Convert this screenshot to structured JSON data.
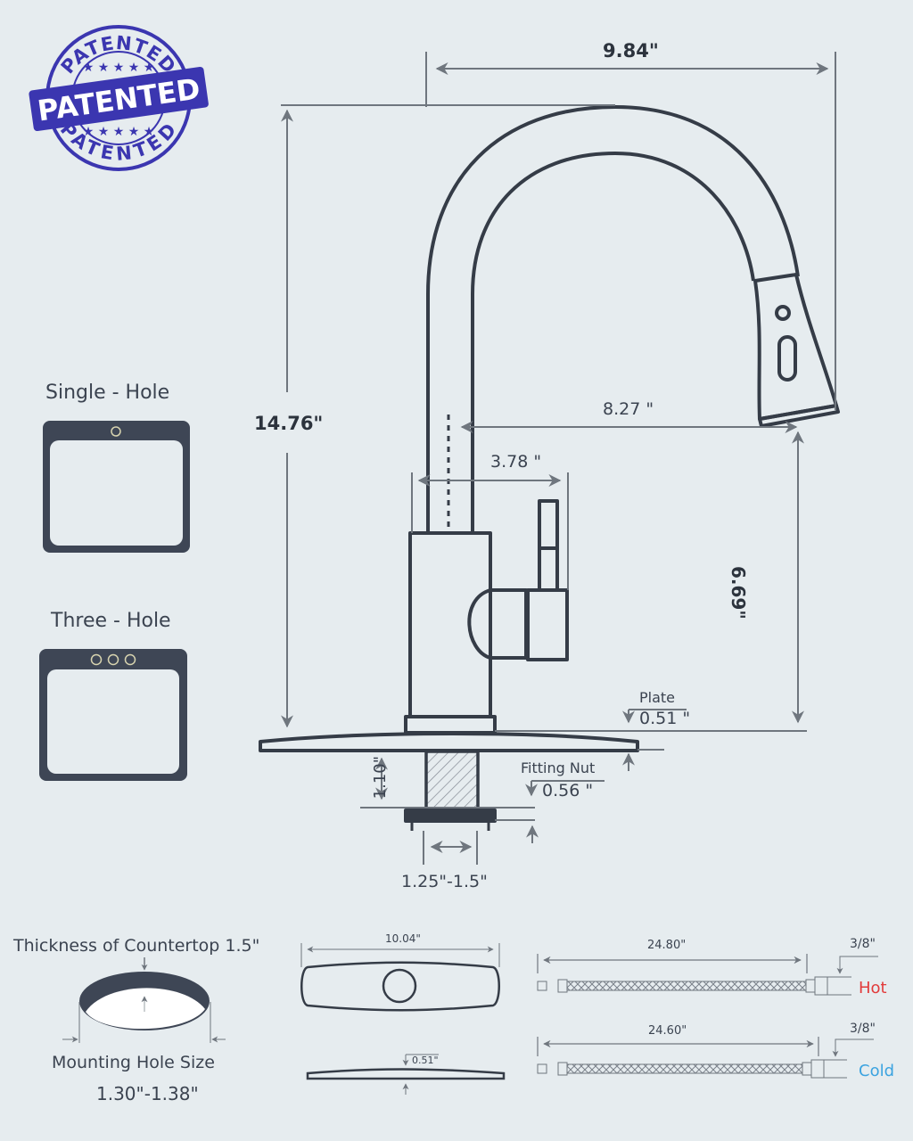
{
  "stamp": {
    "ring_top": "PATENTED",
    "banner": "PATENTED",
    "ring_bottom": "PATENTED",
    "color": "#3b36b0"
  },
  "colors": {
    "background": "#e6ecef",
    "line": "#353c47",
    "dim_line": "#6f767e",
    "sink_fill": "#3e4655",
    "hot": "#e23b3b",
    "cold": "#3ba3e0"
  },
  "faucet_dimensions": {
    "overall_width": "9.84\"",
    "overall_height": "14.76\"",
    "spout_reach": "8.27 \"",
    "handle_offset": "3.78 \"",
    "spout_height": "6.69\"",
    "plate_label": "Plate",
    "plate_thickness": "0.51 \"",
    "fitting_nut_label": "Fitting Nut",
    "fitting_nut_thickness": "0.56 \"",
    "shank_length": "1.10\"",
    "hole_range": "1.25\"-1.5\""
  },
  "sink_types": [
    {
      "label": "Single - Hole",
      "holes": 1
    },
    {
      "label": "Three - Hole",
      "holes": 3
    }
  ],
  "countertop": {
    "thickness_label": "Thickness of Countertop 1.5\"",
    "mount_label": "Mounting Hole Size",
    "mount_value": "1.30\"-1.38\""
  },
  "deck_plate": {
    "length": "10.04\"",
    "thickness": "0.51\""
  },
  "hoses": [
    {
      "length": "24.80\"",
      "fitting": "3/8\"",
      "label": "Hot"
    },
    {
      "length": "24.60\"",
      "fitting": "3/8\"",
      "label": "Cold"
    }
  ]
}
